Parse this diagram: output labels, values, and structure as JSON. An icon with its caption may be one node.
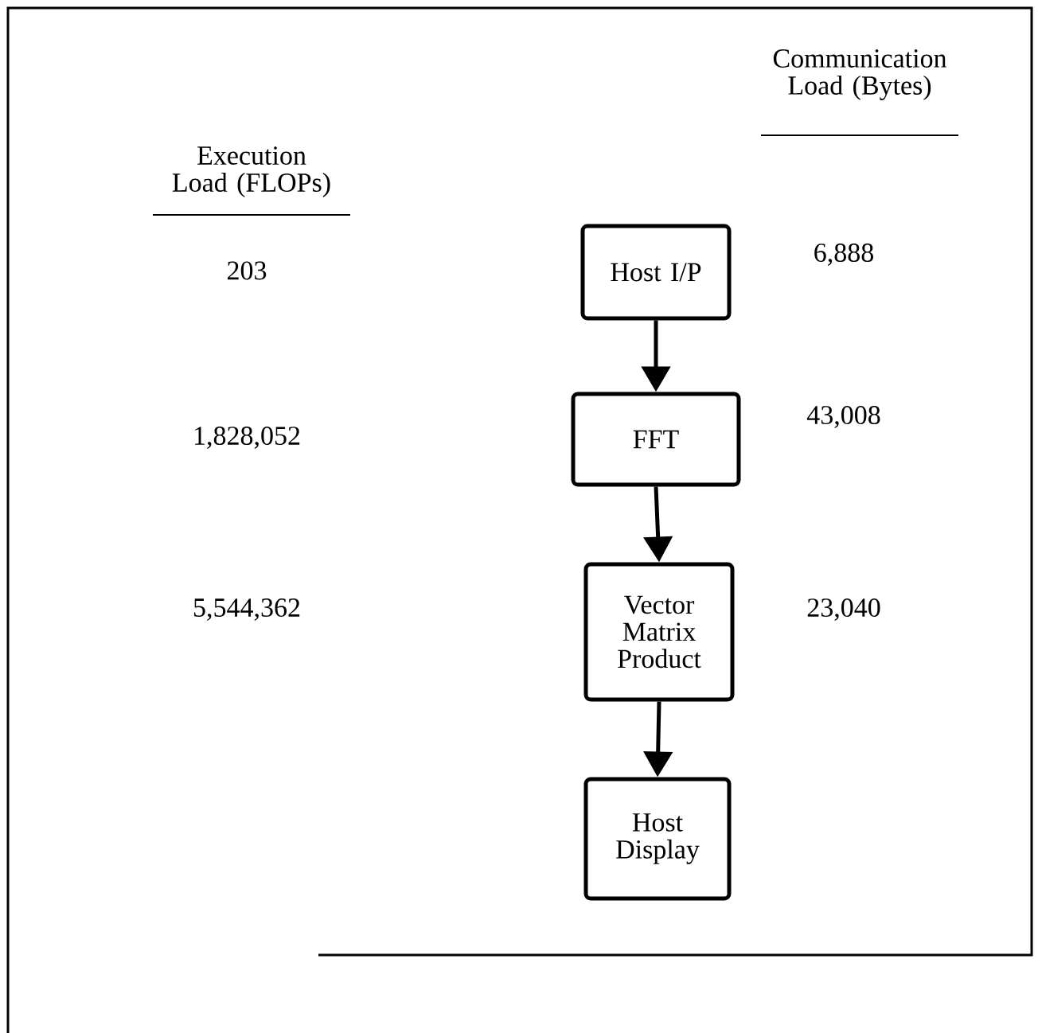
{
  "diagram": {
    "nodes": [
      {
        "text": [
          "Host I/P"
        ]
      },
      {
        "text": [
          "FFT"
        ]
      },
      {
        "text": [
          "Vector Matrix Product"
        ]
      },
      {
        "text": [
          "Host Display"
        ]
      }
    ],
    "edges": [
      {
        "from": 0,
        "to": 1,
        "arrow": "to"
      },
      {
        "from": 1,
        "to": 2,
        "arrow": "to"
      },
      {
        "from": 2,
        "to": 3,
        "arrow": "to"
      }
    ],
    "labels": [
      "Communication Load (Bytes)",
      "Execution Load (FLOPs)",
      "203",
      "6,888",
      "1,828,052",
      "43,008",
      "5,544,362",
      "23,040"
    ]
  }
}
